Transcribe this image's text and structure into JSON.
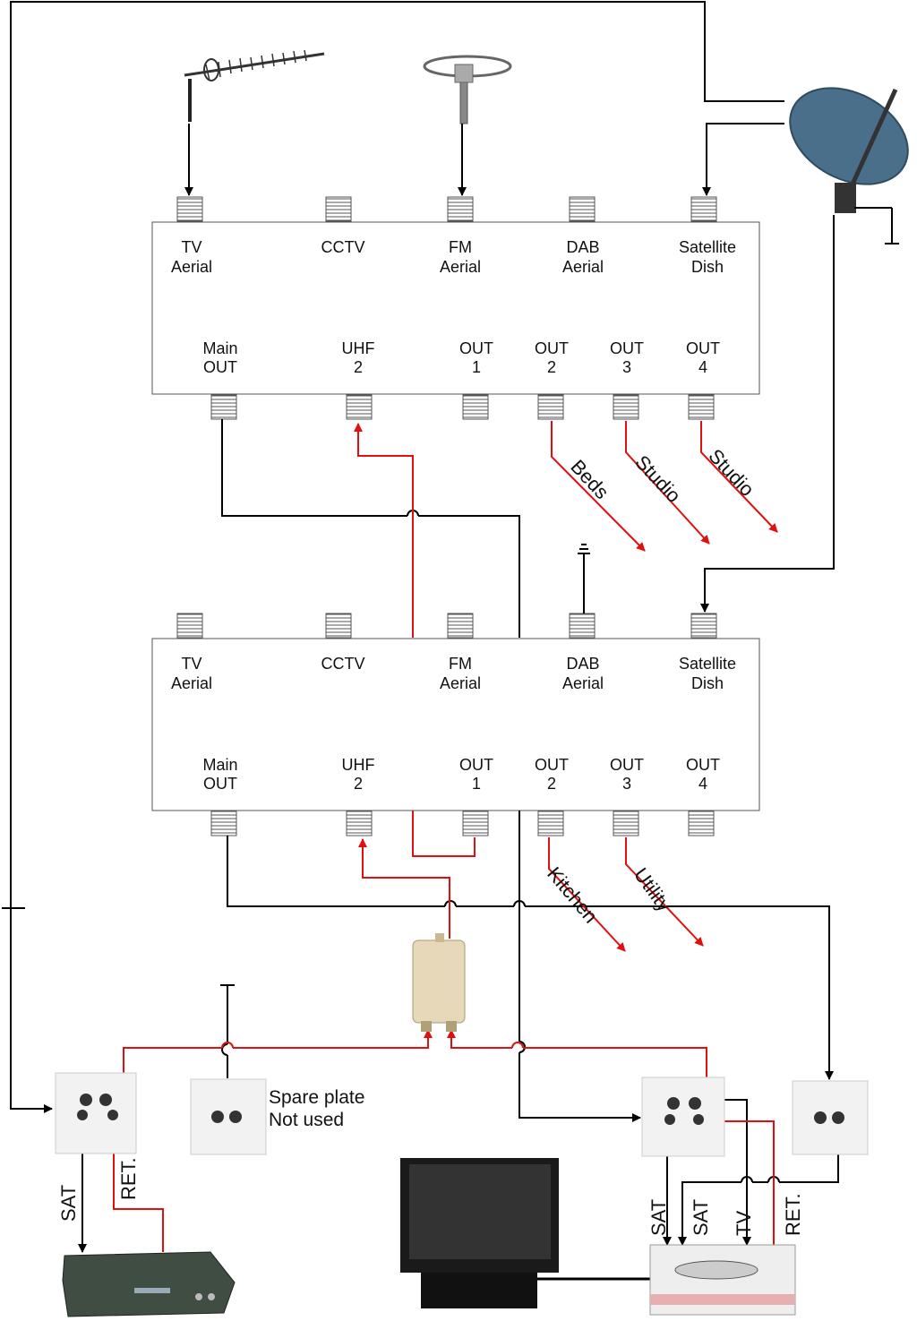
{
  "switch_top": {
    "inputs": [
      {
        "line1": "TV",
        "line2": "Aerial"
      },
      {
        "line1": "CCTV",
        "line2": ""
      },
      {
        "line1": "FM",
        "line2": "Aerial"
      },
      {
        "line1": "DAB",
        "line2": "Aerial"
      },
      {
        "line1": "Satellite",
        "line2": "Dish"
      }
    ],
    "outputs": [
      {
        "line1": "Main",
        "line2": "OUT"
      },
      {
        "line1": "UHF",
        "line2": "2"
      },
      {
        "line1": "OUT",
        "line2": "1"
      },
      {
        "line1": "OUT",
        "line2": "2"
      },
      {
        "line1": "OUT",
        "line2": "3"
      },
      {
        "line1": "OUT",
        "line2": "4"
      }
    ]
  },
  "switch_bottom": {
    "inputs": [
      {
        "line1": "TV",
        "line2": "Aerial"
      },
      {
        "line1": "CCTV",
        "line2": ""
      },
      {
        "line1": "FM",
        "line2": "Aerial"
      },
      {
        "line1": "DAB",
        "line2": "Aerial"
      },
      {
        "line1": "Satellite",
        "line2": "Dish"
      }
    ],
    "outputs": [
      {
        "line1": "Main",
        "line2": "OUT"
      },
      {
        "line1": "UHF",
        "line2": "2"
      },
      {
        "line1": "OUT",
        "line2": "1"
      },
      {
        "line1": "OUT",
        "line2": "2"
      },
      {
        "line1": "OUT",
        "line2": "3"
      },
      {
        "line1": "OUT",
        "line2": "4"
      }
    ]
  },
  "room_labels": {
    "beds": "Beds",
    "studio_a": "Studio",
    "studio_b": "Studio",
    "kitchen": "Kitchen",
    "utility": "Utility"
  },
  "spare_plate": {
    "line1": "Spare plate",
    "line2": "Not used"
  },
  "cable_labels": {
    "left_sat": "SAT",
    "left_ret": "RET.",
    "right_sat1": "SAT",
    "right_sat2": "SAT",
    "right_tv": "TV",
    "right_ret": "RET."
  },
  "colors": {
    "line": "#000000",
    "return_line": "#e01010",
    "dish": "#4a6f8a"
  }
}
